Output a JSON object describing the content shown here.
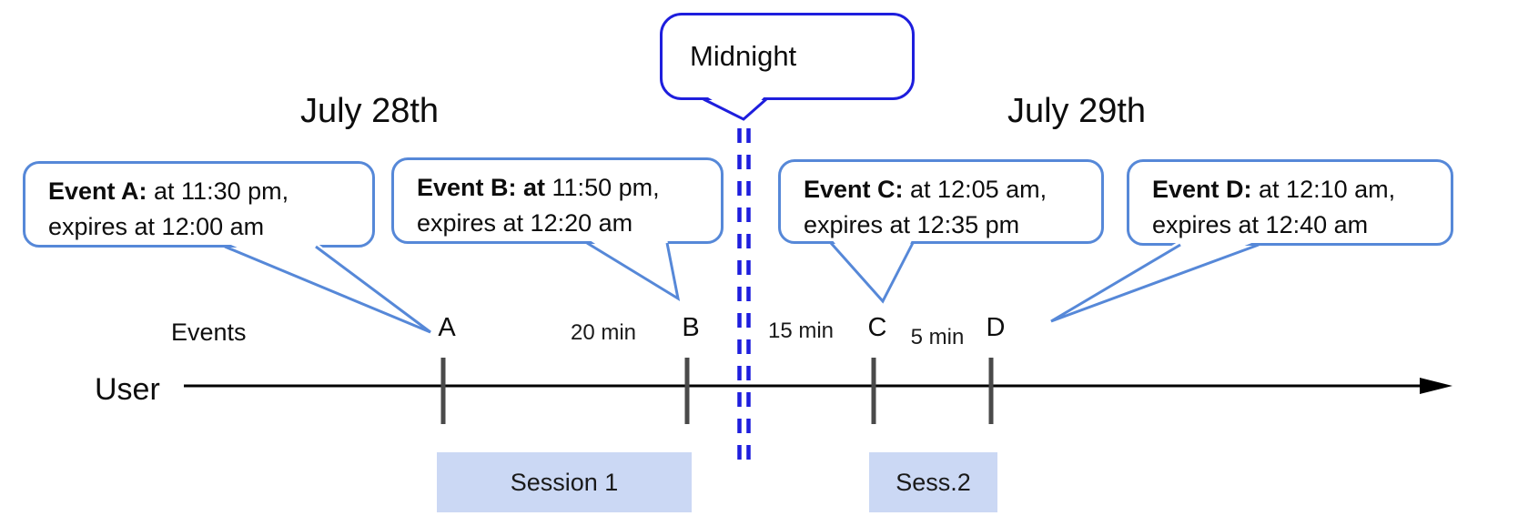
{
  "dates": {
    "left": "July 28th",
    "right": "July 29th"
  },
  "midnight": {
    "label": "Midnight"
  },
  "events": [
    {
      "id": "A",
      "lead": "Event A:",
      "line1": " at 11:30 pm,",
      "line2": "expires at 12:00 am"
    },
    {
      "id": "B",
      "lead": "Event B: at",
      "line1": " 11:50 pm,",
      "line2": "expires at 12:20 am"
    },
    {
      "id": "C",
      "lead": "Event C:",
      "line1": " at 12:05 am,",
      "line2": "expires at 12:35 pm"
    },
    {
      "id": "D",
      "lead": "Event D:",
      "line1": "  at 12:10 am,",
      "line2": "expires at 12:40 am"
    }
  ],
  "timeline": {
    "events_label": "Events",
    "user_label": "User",
    "marks": [
      "A",
      "B",
      "C",
      "D"
    ],
    "gaps": [
      "20 min",
      "15 min",
      "5 min"
    ]
  },
  "sessions": [
    {
      "label": "Session 1"
    },
    {
      "label": "Sess.2"
    }
  ],
  "colors": {
    "event_bubble_border": "#5688d8",
    "midnight_blue": "#1e1edd",
    "session_fill": "#cbd8f4",
    "tick_gray": "#4a4a4a",
    "timeline_black": "#000000",
    "text": "#0d0d0d"
  }
}
